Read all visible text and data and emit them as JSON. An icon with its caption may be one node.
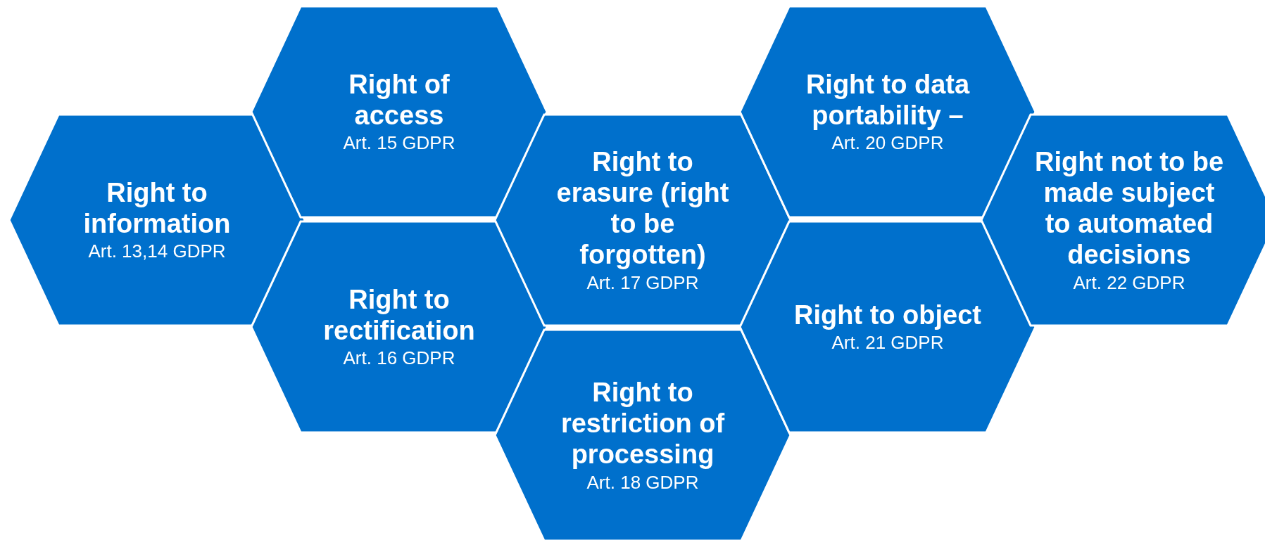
{
  "diagram": {
    "nodes": [
      {
        "text": [
          "Right to information",
          "Art. 13,14 GDPR"
        ]
      },
      {
        "text": [
          "Right of access",
          "Art. 15 GDPR"
        ]
      },
      {
        "text": [
          "Right to rectification",
          "Art. 16 GDPR"
        ]
      },
      {
        "text": [
          "Right to erasure (right to be forgotten)",
          "Art. 17 GDPR"
        ]
      },
      {
        "text": [
          "Right to restriction of processing",
          "Art. 18 GDPR"
        ]
      },
      {
        "text": [
          "Right to data portability –",
          "Art. 20 GDPR"
        ]
      },
      {
        "text": [
          "Right to object",
          "Art. 21 GDPR"
        ]
      },
      {
        "text": [
          "Right not to be made subject to automated decisions",
          "Art. 22 GDPR"
        ]
      }
    ]
  }
}
